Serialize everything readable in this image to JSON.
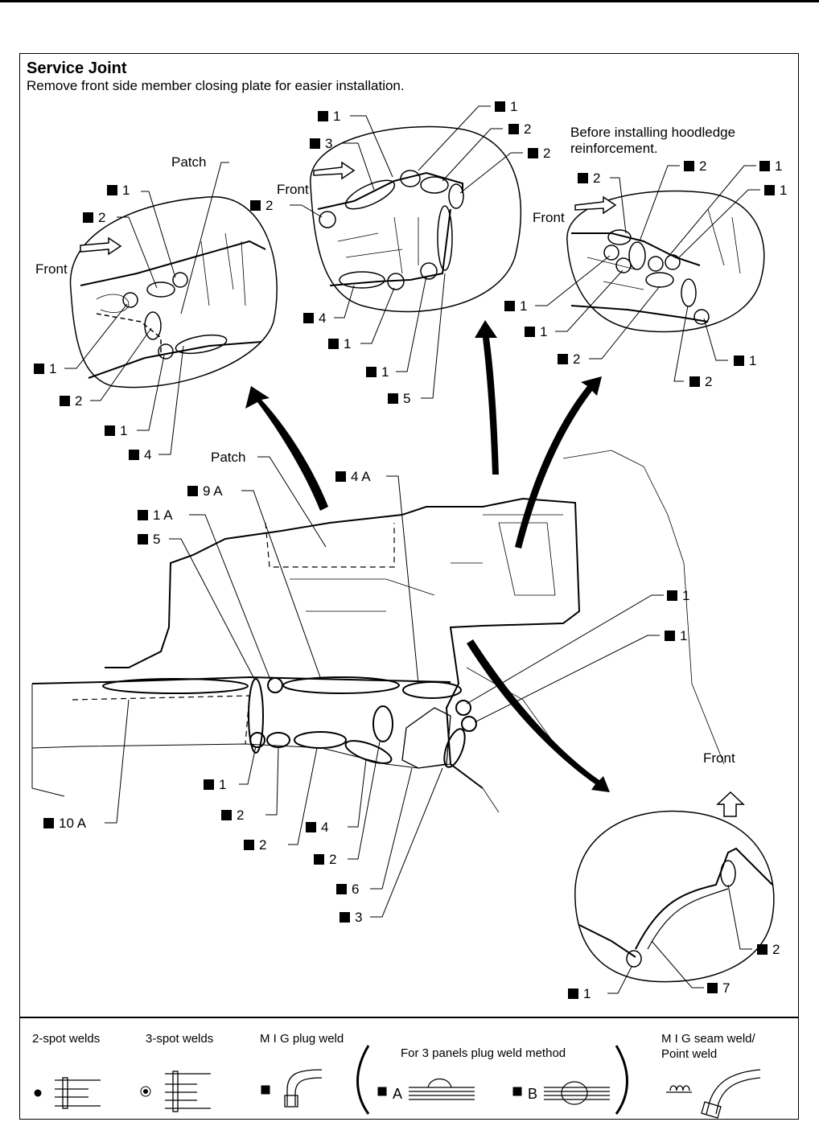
{
  "header": {
    "title": "Service Joint",
    "subtitle": "Remove front side member closing plate for easier installation.",
    "note": "Before installing hoodledge\nreinforcement."
  },
  "text_labels": {
    "patch_top": "Patch",
    "patch_main": "Patch",
    "front_left": "Front",
    "front_top": "Front",
    "front_right": "Front",
    "front_bottom": "Front"
  },
  "labels": [
    {
      "id": "tl-1a",
      "text": "1"
    },
    {
      "id": "tl-2a",
      "text": "2"
    },
    {
      "id": "tl-1b",
      "text": "1"
    },
    {
      "id": "tl-2b",
      "text": "2"
    },
    {
      "id": "tl-1c",
      "text": "1"
    },
    {
      "id": "tl-4",
      "text": "4"
    },
    {
      "id": "tc-1a",
      "text": "1"
    },
    {
      "id": "tc-3",
      "text": "3"
    },
    {
      "id": "tc-2a",
      "text": "2"
    },
    {
      "id": "tc-1b",
      "text": "1"
    },
    {
      "id": "tc-2b",
      "text": "2"
    },
    {
      "id": "tc-2c",
      "text": "2"
    },
    {
      "id": "tc-4",
      "text": "4"
    },
    {
      "id": "tc-1c",
      "text": "1"
    },
    {
      "id": "tc-1d",
      "text": "1"
    },
    {
      "id": "tc-5",
      "text": "5"
    },
    {
      "id": "tr-2a",
      "text": "2"
    },
    {
      "id": "tr-2b",
      "text": "2"
    },
    {
      "id": "tr-1a",
      "text": "1"
    },
    {
      "id": "tr-1b",
      "text": "1"
    },
    {
      "id": "tr-1c",
      "text": "1"
    },
    {
      "id": "tr-1d",
      "text": "1"
    },
    {
      "id": "tr-2c",
      "text": "2"
    },
    {
      "id": "tr-1e",
      "text": "1"
    },
    {
      "id": "tr-2d",
      "text": "2"
    },
    {
      "id": "m-4a",
      "text": "4 A"
    },
    {
      "id": "m-9a",
      "text": "9 A"
    },
    {
      "id": "m-1a",
      "text": "1 A"
    },
    {
      "id": "m-5",
      "text": "5"
    },
    {
      "id": "m-1r1",
      "text": "1"
    },
    {
      "id": "m-1r2",
      "text": "1"
    },
    {
      "id": "m-1b",
      "text": "1"
    },
    {
      "id": "m-2a",
      "text": "2"
    },
    {
      "id": "m-10a",
      "text": "10 A"
    },
    {
      "id": "m-4",
      "text": "4"
    },
    {
      "id": "m-2b",
      "text": "2"
    },
    {
      "id": "m-2c",
      "text": "2"
    },
    {
      "id": "m-6",
      "text": "6"
    },
    {
      "id": "m-3",
      "text": "3"
    },
    {
      "id": "br-2",
      "text": "2"
    },
    {
      "id": "br-7",
      "text": "7"
    },
    {
      "id": "br-1",
      "text": "1"
    }
  ],
  "legend": {
    "two_spot": "2-spot welds",
    "three_spot": "3-spot welds",
    "mig_plug": "M I G plug weld",
    "three_panels": "For 3 panels plug weld method",
    "mig_seam_line1": "M I G seam weld/",
    "mig_seam_line2": "Point weld",
    "a_label": "A",
    "b_label": "B"
  }
}
